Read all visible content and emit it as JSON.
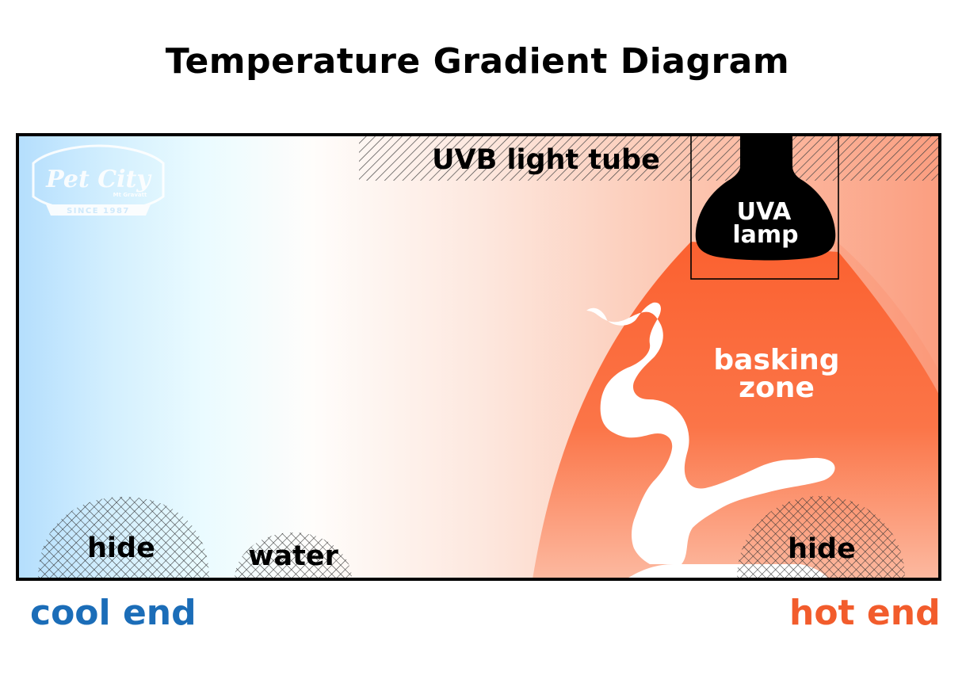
{
  "title": "Temperature Gradient Diagram",
  "logo": {
    "name": "Pet City",
    "location": "Mt Gravatt",
    "tagline": "SINCE 1987"
  },
  "labels": {
    "uvb": "UVB light tube",
    "uva_line1": "UVA",
    "uva_line2": "lamp",
    "basking_line1": "basking",
    "basking_line2": "zone",
    "hide_left": "hide",
    "water": "water",
    "hide_right": "hide",
    "cool_end": "cool end",
    "hot_end": "hot end"
  },
  "colors": {
    "cool": "#1b6db8",
    "hot": "#f25c2c",
    "basking": "#f96a3c",
    "gradient_cool": "#b6e0fd",
    "gradient_hot": "#fb9e7f"
  }
}
